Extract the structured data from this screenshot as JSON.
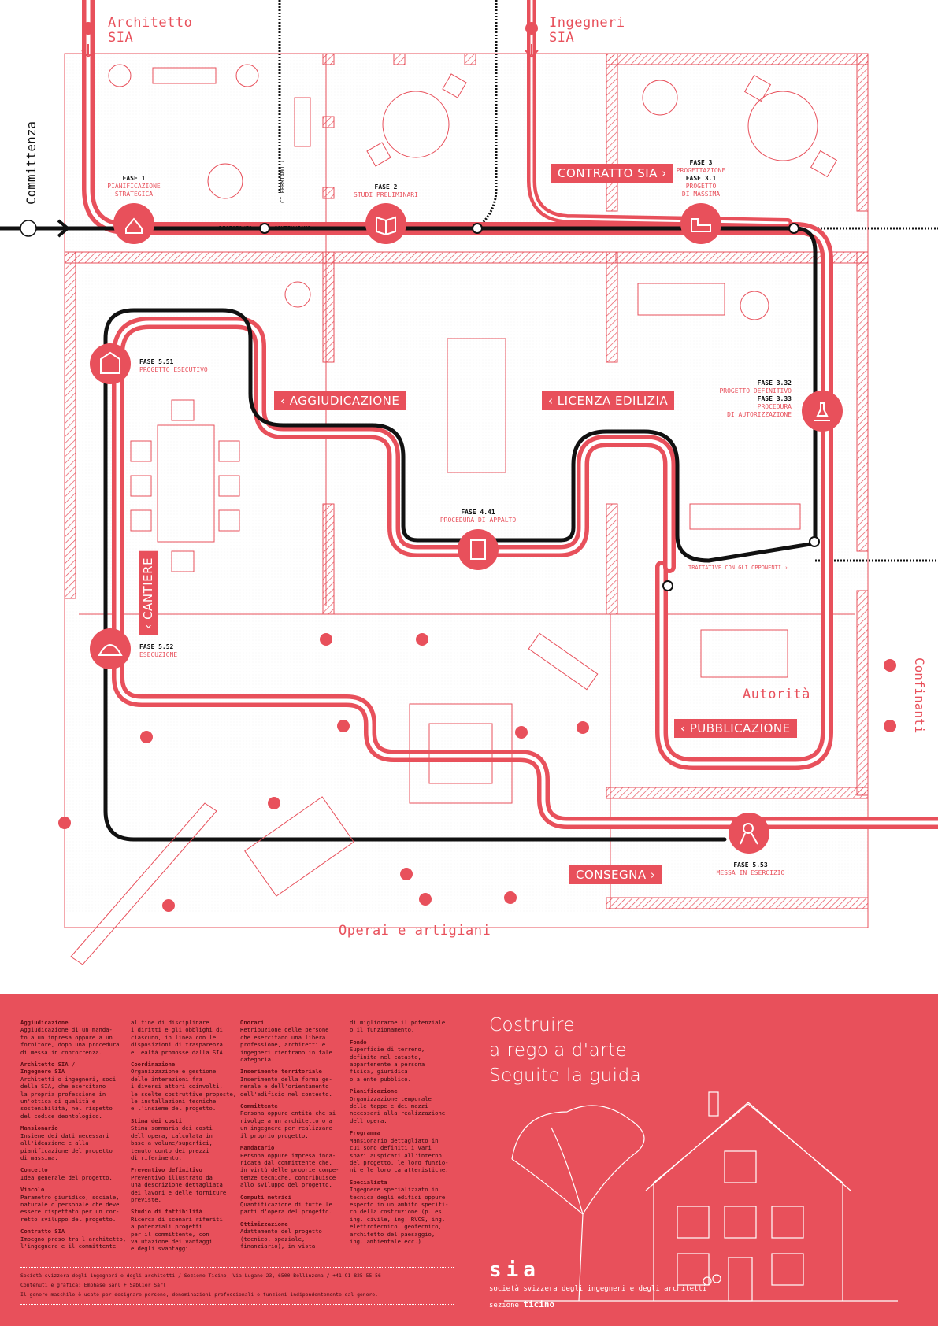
{
  "colors": {
    "accent": "#e8505b",
    "line": "#111111",
    "paper": "#ffffff"
  },
  "actors": {
    "architect": "Architetto\nSIA",
    "engineers": "Ingegneri\nSIA",
    "client": "Committenza",
    "neighbours": "Confinanti",
    "authority": "Autorità",
    "workers": "Operai e artigiani"
  },
  "phases": {
    "f1_num": "FASE 1",
    "f1_name": "PIANIFICAZIONE\nSTRATEGICA",
    "f2_num": "FASE 2",
    "f2_name": "STUDI PRELIMINARI",
    "f3_num": "FASE 3",
    "f3_name": "PROGETTAZIONE",
    "f31_num": "FASE 3.1",
    "f31_name": "PROGETTO\nDI MASSIMA",
    "f332_num": "FASE 3.32",
    "f332_name": "PROGETTO DEFINITIVO",
    "f333_num": "FASE 3.33",
    "f333_name": "PROCEDURA\nDI AUTORIZZAZIONE",
    "f441_num": "FASE 4.41",
    "f441_name": "PROCEDURA DI APPALTO",
    "f551_num": "FASE 5.51",
    "f551_name": "PROGETTO ESECUTIVO",
    "f552_num": "FASE 5.52",
    "f552_name": "ESECUZIONE",
    "f553_num": "FASE 5.53",
    "f553_name": "MESSA IN ESERCIZIO"
  },
  "pills": {
    "contratto": "CONTRATTO SIA ›",
    "aggiudicazione": "‹ AGGIUDICAZIONE",
    "licenza": "‹ LICENZA EDILIZIA",
    "cantiere": "‹ CANTIERE",
    "pubblicazione": "‹ PUBBLICAZIONE",
    "consegna": "CONSEGNA ›"
  },
  "path_labels": {
    "decisione": "DECISIONE?",
    "continuiamo": "CONTINUIAMO ›",
    "fermiamo": "CI FERMIAMO ›",
    "trattative": "TRATTATIVE CON GLI OPPONENTI ›"
  },
  "glossary": {
    "col1": [
      {
        "term": "Aggiudicazione",
        "def": "Aggiudicazione di un manda-\nto a un'impresa oppure a un\nfornitore, dopo una procedura\ndi messa in concorrenza."
      },
      {
        "term": "Architetto SIA /\nIngegnere SIA",
        "def": "Architetti o ingegneri, soci\ndella SIA, che esercitano\nla propria professione in\nun'ottica di qualità e\nsostenibilità, nel rispetto\ndel codice deontologico."
      },
      {
        "term": "Mansionario",
        "def": "Insieme dei dati necessari\nall'ideazione e alla\npianificazione del progetto\ndi massima."
      },
      {
        "term": "Concetto",
        "def": "Idea generale del progetto."
      },
      {
        "term": "Vincolo",
        "def": "Parametro giuridico, sociale,\nnaturale o personale che deve\nessere rispettato per un cor-\nretto sviluppo del progetto."
      },
      {
        "term": "Contratto SIA",
        "def": "Impegno preso tra l'architetto,\nl'ingegnere e il committente"
      }
    ],
    "col2": [
      {
        "term": "",
        "def": "al fine di disciplinare\ni diritti e gli obblighi di\nciascuno, in linea con le\ndisposizioni di trasparenza\ne lealtà promosse dalla SIA."
      },
      {
        "term": "Coordinazione",
        "def": "Organizzazione e gestione\ndelle interazioni fra\ni diversi attori coinvolti,\nle scelte costruttive proposte,\nle installazioni tecniche\ne l'insieme del progetto."
      },
      {
        "term": "Stima dei costi",
        "def": "Stima sommaria dei costi\ndell'opera, calcolata in\nbase a volume/superfici,\ntenuto conto dei prezzi\ndi riferimento."
      },
      {
        "term": "Preventivo definitivo",
        "def": "Preventivo illustrato da\nuna descrizione dettagliata\ndei lavori e delle forniture\npreviste."
      },
      {
        "term": "Studio di fattibilità",
        "def": "Ricerca di scenari riferiti\na potenziali progetti\nper il committente, con\nvalutazione dei vantaggi\ne degli svantaggi."
      }
    ],
    "col3": [
      {
        "term": "Onorari",
        "def": "Retribuzione delle persone\nche esercitano una libera\nprofessione, architetti e\ningegneri rientrano in tale\ncategoria."
      },
      {
        "term": "Inserimento territoriale",
        "def": "Inserimento della forma ge-\nnerale e dell'orientamento\ndell'edificio nel contesto."
      },
      {
        "term": "Committente",
        "def": "Persona oppure entità che si\nrivolge a un architetto o a\nun ingegnere per realizzare\nil proprio progetto."
      },
      {
        "term": "Mandatario",
        "def": "Persona oppure impresa inca-\nricata dal committente che,\nin virtù delle proprie compe-\ntenze tecniche, contribuisce\nallo sviluppo del progetto."
      },
      {
        "term": "Computi metrici",
        "def": "Quantificazione di tutte le\nparti d'opera del progetto."
      },
      {
        "term": "Ottimizzazione",
        "def": "Adattamento del progetto\n(tecnico, spaziale,\nfinanziario), in vista"
      }
    ],
    "col4": [
      {
        "term": "",
        "def": "di migliorarne il potenziale\no il funzionamento."
      },
      {
        "term": "Fondo",
        "def": "Superficie di terreno,\ndefinita nel catasto,\nappartenente a persona\nfisica, giuridica\no a ente pubblico."
      },
      {
        "term": "Pianificazione",
        "def": "Organizzazione temporale\ndelle tappe e dei mezzi\nnecessari alla realizzazione\ndell'opera."
      },
      {
        "term": "Programma",
        "def": "Mansionario dettagliato in\ncui sono definiti i vari\nspazi auspicati all'interno\ndel progetto, le loro funzio-\nni e le loro caratteristiche."
      },
      {
        "term": "Specialista",
        "def": "Ingegnere specializzato in\ntecnica degli edifici oppure\nesperto in un ambito specifi-\nco della costruzione (p. es.\ning. civile, ing. RVCS, ing.\nelettrotecnico, geotecnico,\narchitetto del paesaggio,\ning. ambientale ecc.)."
      }
    ]
  },
  "slogan": {
    "line1": "Costruire",
    "line2": "a regola d'arte",
    "line3": "Seguite la guida"
  },
  "credits": {
    "line1": "Società svizzera degli ingegneri e degli architetti / Sezione Ticino, Via Lugano 23, 6500 Bellinzona / +41 91 825 55 56",
    "line2": "Contenuti e grafica: Emphase Sàrl + Sablier Sàrl",
    "line3": "Il genere maschile è usato per designare persone, denominazioni professionali e funzioni indipendentemente dal genere."
  },
  "logo": {
    "mark": "sia",
    "name": "società svizzera degli ingegneri e degli architetti",
    "section_prefix": "sezione ",
    "section": "ticino"
  }
}
